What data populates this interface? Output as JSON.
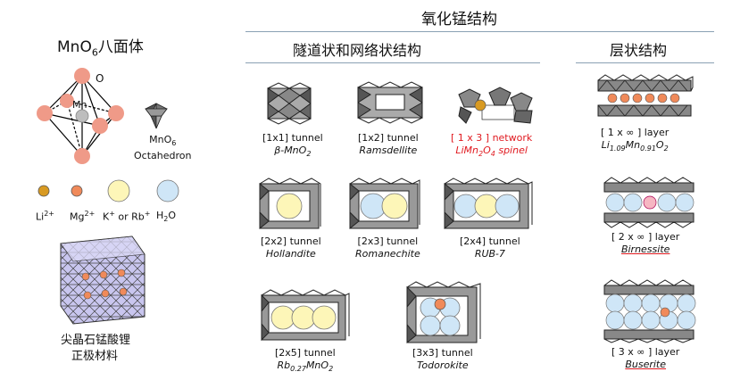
{
  "header": {
    "main_title": "氧化锰结构",
    "tunnel_title": "隧道状和网络状结构",
    "layer_title": "层状结构"
  },
  "left": {
    "octa_title": "MnO",
    "octa_title_sub": "6",
    "octa_title_tail": "八面体",
    "label_O": "O",
    "label_Mn": "Mn",
    "octa_caption_1": "MnO",
    "octa_caption_1_sub": "6",
    "octa_caption_2": "Octahedron",
    "spinel_caption_1": "尖晶石锰酸锂",
    "spinel_caption_2": "正极材料"
  },
  "legend": [
    {
      "base": "Li",
      "sup": "2+",
      "tail": "",
      "color": "#d89a22"
    },
    {
      "base": "Mg",
      "sup": "2+",
      "tail": "",
      "color": "#f08a5a"
    },
    {
      "base": "K",
      "sup": "+",
      "tail": " or Rb",
      "sup2": "+",
      "color": "#fdf6b8"
    },
    {
      "base": "H",
      "sub": "2",
      "tail": "O",
      "color": "#cfe6f7"
    }
  ],
  "tunnels": [
    {
      "label": "[1x1] tunnel",
      "formula": "β-MnO",
      "sub": "2",
      "tail": ""
    },
    {
      "label": "[1x2] tunnel",
      "formula": "Ramsdellite"
    },
    {
      "label": "[ 1 x 3 ] network",
      "formula": "LiMn",
      "sub": "2",
      "mid": "O",
      "sub2": "4",
      "tail": " spinel",
      "highlight": true
    },
    {
      "label": "[2x2] tunnel",
      "formula": "Hollandite"
    },
    {
      "label": "[2x3] tunnel",
      "formula": "Romanechite"
    },
    {
      "label": "[2x4] tunnel",
      "formula": "RUB-7"
    },
    {
      "label": "[2x5] tunnel",
      "formula": "Rb",
      "sub": "0.27",
      "mid": "MnO",
      "sub2": "2"
    },
    {
      "label": "[3x3] tunnel",
      "formula": "Todorokite"
    }
  ],
  "layers": [
    {
      "label": "[ 1 x ∞ ] layer",
      "formula": "Li",
      "sub": "1.09",
      "mid": "Mn",
      "sub2": "0.91",
      "mid2": "O",
      "sub3": "2"
    },
    {
      "label": "[ 2 x ∞ ] layer",
      "formula": "Birnessite",
      "underline": true
    },
    {
      "label": "[ 3 x ∞ ] layer",
      "formula": "Buserite",
      "underline": true
    }
  ],
  "colors": {
    "oxygen": "#ef9a88",
    "manganese": "#bdbdbd",
    "octa_dark": "#555555",
    "octa_light": "#a9a9a9",
    "spinel_face": "#c9c6ef",
    "rule": "#8aa0b4",
    "highlight_text": "#e0191f"
  }
}
